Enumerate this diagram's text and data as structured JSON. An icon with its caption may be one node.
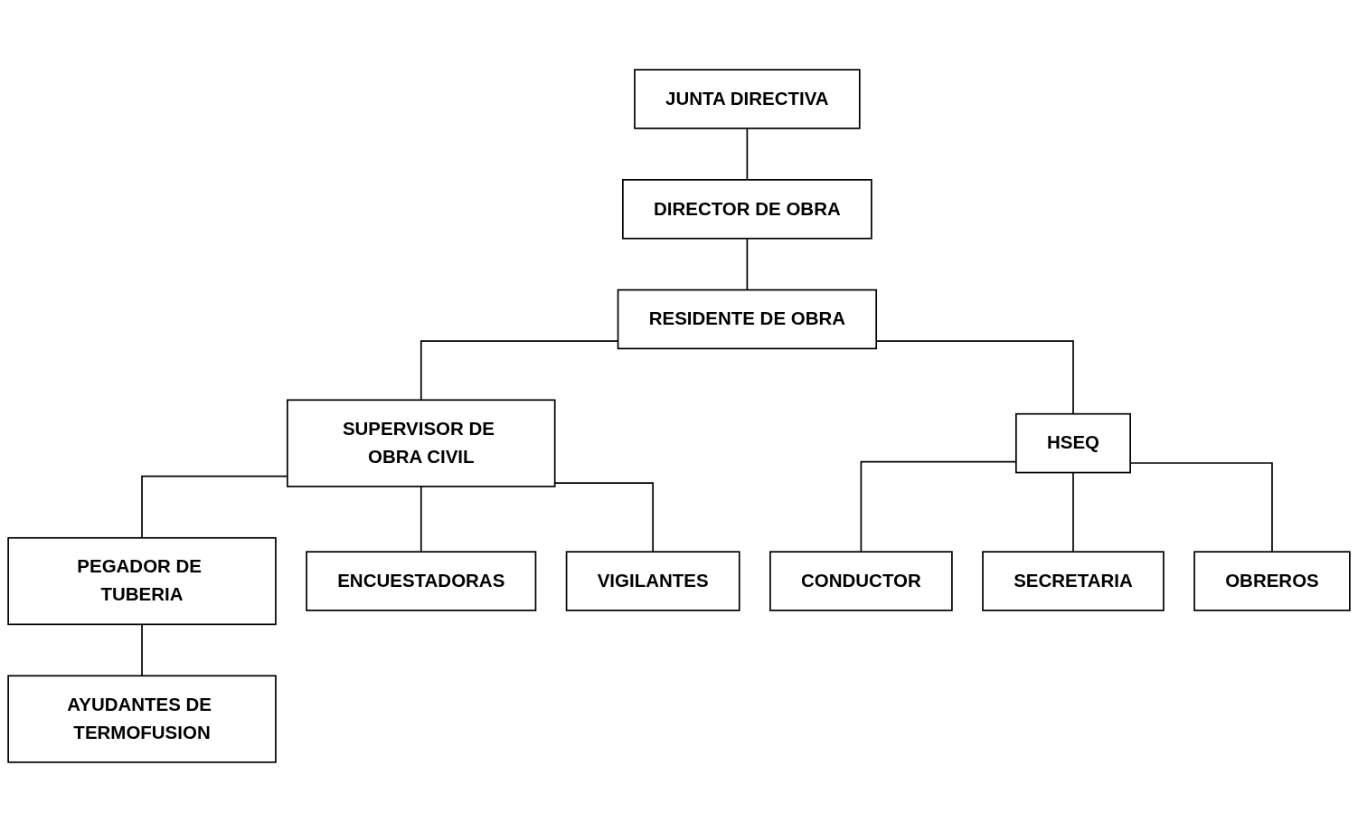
{
  "diagram": {
    "nodes": [
      {
        "text": [
          "JUNTA DIRECTIVA"
        ]
      },
      {
        "text": [
          "DIRECTOR DE OBRA"
        ]
      },
      {
        "text": [
          "RESIDENTE DE OBRA"
        ]
      },
      {
        "text": [
          "SUPERVISOR DE OBRA CIVIL"
        ]
      },
      {
        "text": [
          "HSEQ"
        ]
      },
      {
        "text": [
          "PEGADOR DE TUBERIA"
        ]
      },
      {
        "text": [
          "ENCUESTADORAS"
        ]
      },
      {
        "text": [
          "VIGILANTES"
        ]
      },
      {
        "text": [
          "CONDUCTOR"
        ]
      },
      {
        "text": [
          "SECRETARIA"
        ]
      },
      {
        "text": [
          "OBREROS"
        ]
      },
      {
        "text": [
          "AYUDANTES DE TERMOFUSION"
        ]
      }
    ],
    "edges": [
      {
        "from": 0,
        "to": 1,
        "arrow": "none"
      },
      {
        "from": 1,
        "to": 2,
        "arrow": "none"
      },
      {
        "from": 2,
        "to": 3,
        "arrow": "none"
      },
      {
        "from": 2,
        "to": 4,
        "arrow": "none"
      },
      {
        "from": 3,
        "to": 5,
        "arrow": "none"
      },
      {
        "from": 3,
        "to": 6,
        "arrow": "none"
      },
      {
        "from": 3,
        "to": 7,
        "arrow": "none"
      },
      {
        "from": 4,
        "to": 8,
        "arrow": "none"
      },
      {
        "from": 4,
        "to": 9,
        "arrow": "none"
      },
      {
        "from": 4,
        "to": 10,
        "arrow": "none"
      },
      {
        "from": 5,
        "to": 11,
        "arrow": "none"
      }
    ]
  }
}
